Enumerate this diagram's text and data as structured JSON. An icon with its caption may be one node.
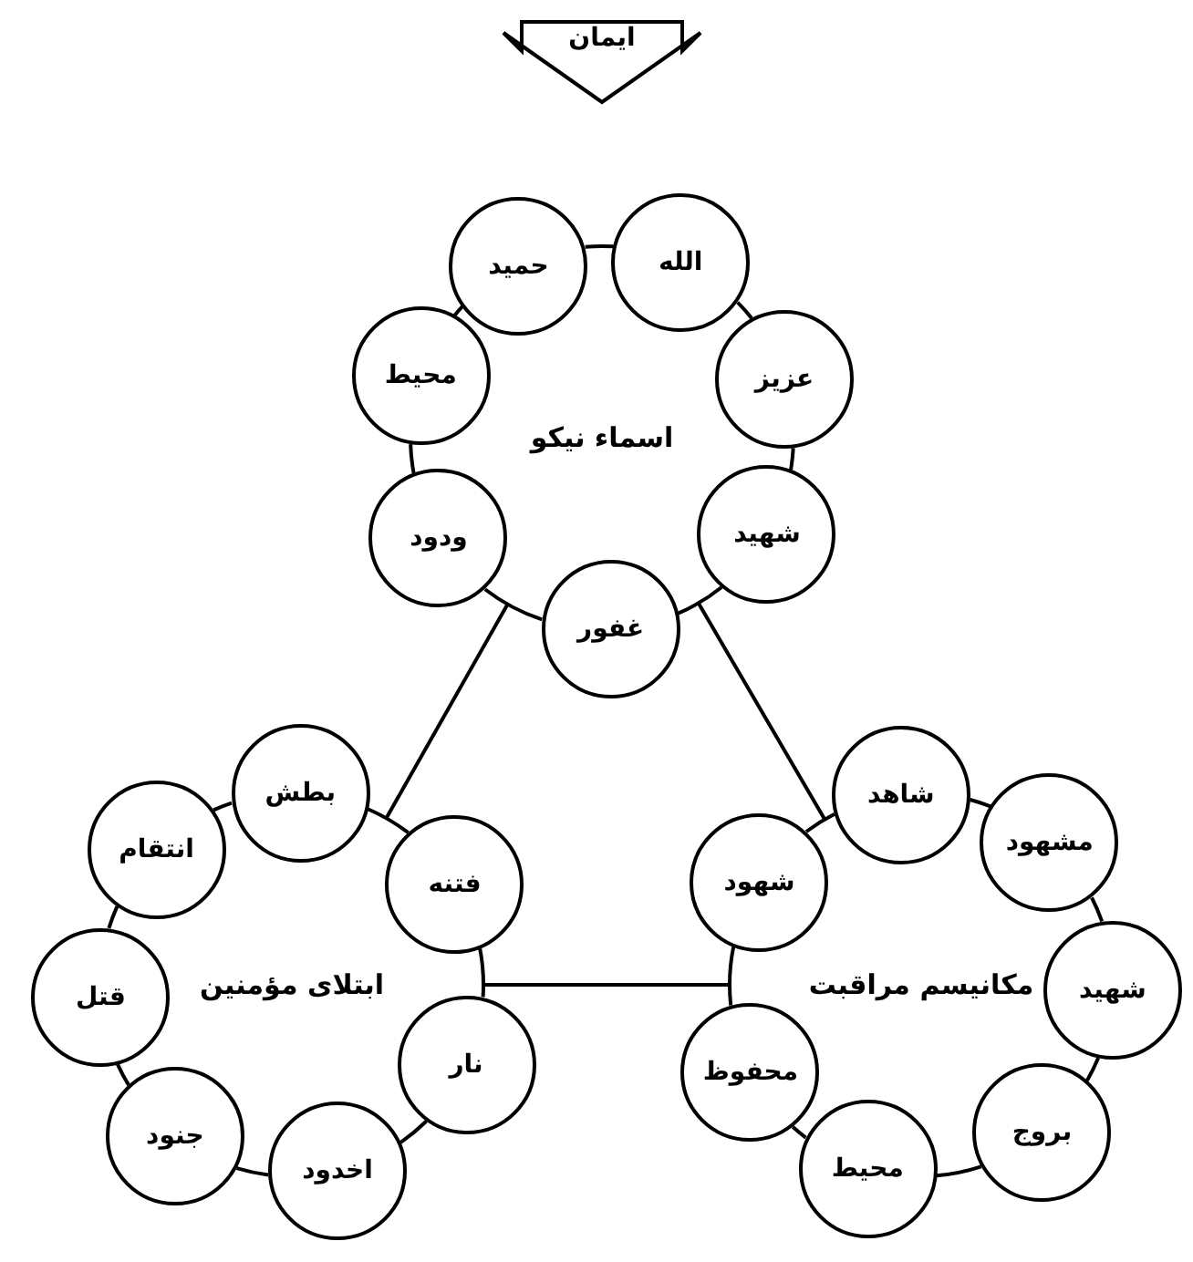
{
  "diagram": {
    "nodes": [
      {
        "text": [
          "ایمان"
        ]
      },
      {
        "text": [
          "اسماء نیکو"
        ]
      },
      {
        "text": [
          "الله"
        ]
      },
      {
        "text": [
          "عزیز"
        ]
      },
      {
        "text": [
          "شهید"
        ]
      },
      {
        "text": [
          "غفور"
        ]
      },
      {
        "text": [
          "ودود"
        ]
      },
      {
        "text": [
          "محیط"
        ]
      },
      {
        "text": [
          "حمید"
        ]
      },
      {
        "text": [
          "ابتلای مؤمنین"
        ]
      },
      {
        "text": [
          "بطش"
        ]
      },
      {
        "text": [
          "فتنه"
        ]
      },
      {
        "text": [
          "نار"
        ]
      },
      {
        "text": [
          "اخدود"
        ]
      },
      {
        "text": [
          "جنود"
        ]
      },
      {
        "text": [
          "قتل"
        ]
      },
      {
        "text": [
          "انتقام"
        ]
      },
      {
        "text": [
          "مکانیسم مراقبت"
        ]
      },
      {
        "text": [
          "شاهد"
        ]
      },
      {
        "text": [
          "مشهود"
        ]
      },
      {
        "text": [
          "شهید"
        ]
      },
      {
        "text": [
          "بروج"
        ]
      },
      {
        "text": [
          "محیط"
        ]
      },
      {
        "text": [
          "محفوظ"
        ]
      },
      {
        "text": [
          "شهود"
        ]
      }
    ],
    "edges": [
      {
        "from": 1,
        "to": 9,
        "arrow": "none"
      },
      {
        "from": 1,
        "to": 17,
        "arrow": "none"
      },
      {
        "from": 9,
        "to": 17,
        "arrow": "none"
      }
    ]
  }
}
